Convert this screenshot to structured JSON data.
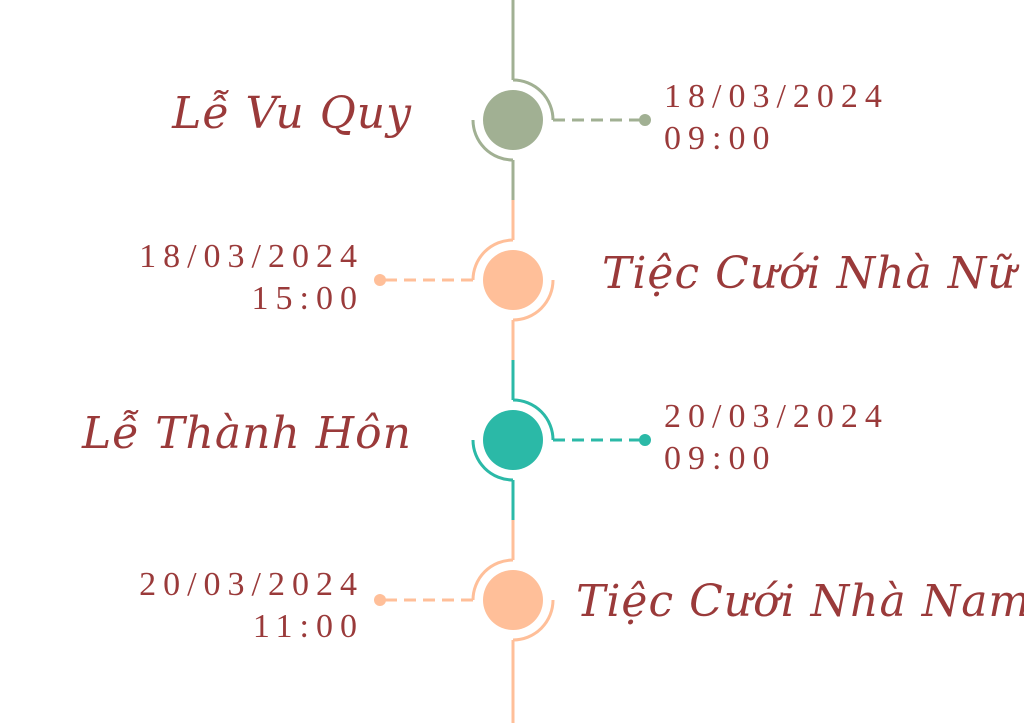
{
  "colors": {
    "green": "#a1b093",
    "peach": "#ffbf99",
    "teal": "#2bb9a7",
    "text": "#9a3a3a"
  },
  "events": [
    {
      "title": "Lễ Vu Quy",
      "date": "18/03/2024",
      "time": "09:00",
      "color": "#a1b093"
    },
    {
      "title": "Tiệc Cưới Nhà Nữ",
      "date": "18/03/2024",
      "time": "15:00",
      "color": "#ffbf99"
    },
    {
      "title": "Lễ Thành Hôn",
      "date": "20/03/2024",
      "time": "09:00",
      "color": "#2bb9a7"
    },
    {
      "title": "Tiệc Cưới Nhà Nam",
      "date": "20/03/2024",
      "time": "11:00",
      "color": "#ffbf99"
    }
  ]
}
